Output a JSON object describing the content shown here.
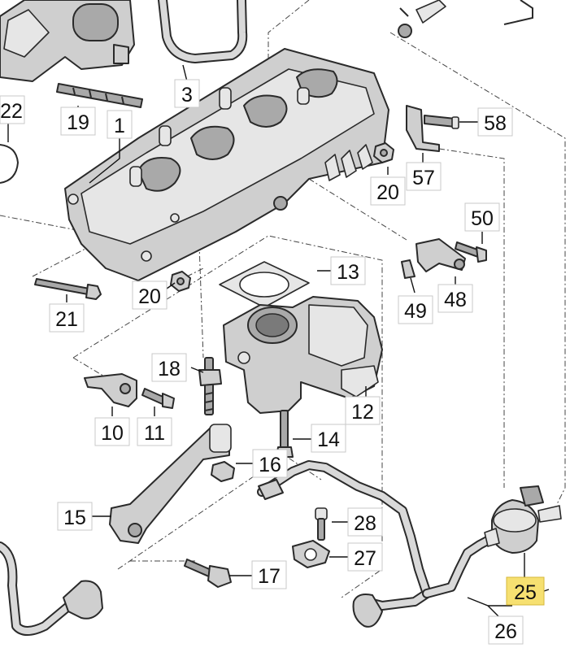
{
  "diagram": {
    "labels": [
      {
        "id": "l22",
        "text": "22"
      },
      {
        "id": "l19",
        "text": "19"
      },
      {
        "id": "l3",
        "text": "3"
      },
      {
        "id": "l1",
        "text": "1"
      },
      {
        "id": "l58",
        "text": "58"
      },
      {
        "id": "l57",
        "text": "57"
      },
      {
        "id": "l20a",
        "text": "20"
      },
      {
        "id": "l50",
        "text": "50"
      },
      {
        "id": "l13",
        "text": "13"
      },
      {
        "id": "l20b",
        "text": "20"
      },
      {
        "id": "l21",
        "text": "21"
      },
      {
        "id": "l49",
        "text": "49"
      },
      {
        "id": "l48",
        "text": "48"
      },
      {
        "id": "l18",
        "text": "18"
      },
      {
        "id": "l12",
        "text": "12"
      },
      {
        "id": "l10",
        "text": "10"
      },
      {
        "id": "l11",
        "text": "11"
      },
      {
        "id": "l14",
        "text": "14"
      },
      {
        "id": "l16",
        "text": "16"
      },
      {
        "id": "l15",
        "text": "15"
      },
      {
        "id": "l28",
        "text": "28"
      },
      {
        "id": "l27",
        "text": "27"
      },
      {
        "id": "l17",
        "text": "17"
      },
      {
        "id": "l25",
        "text": "25"
      },
      {
        "id": "l26",
        "text": "26"
      }
    ],
    "highlighted_label": "25",
    "highlight_color": "#f6e071"
  }
}
